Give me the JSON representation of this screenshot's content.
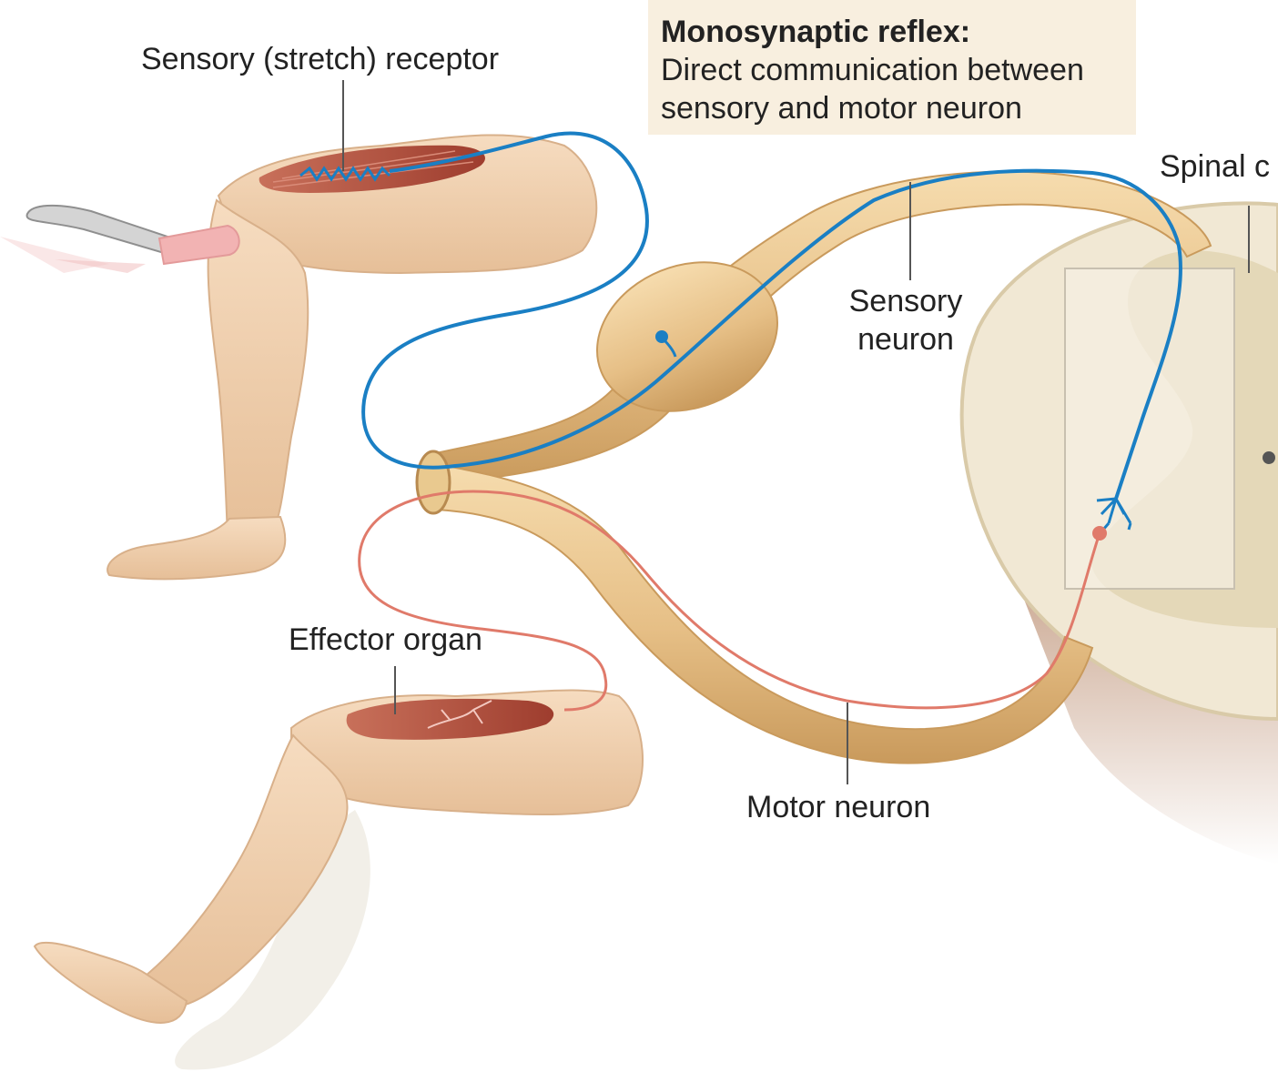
{
  "callout": {
    "title": "Monosynaptic reflex:",
    "line1": "Direct communication between",
    "line2": "sensory and motor neuron"
  },
  "labels": {
    "sensory_receptor": "Sensory (stretch) receptor",
    "sensory_neuron_1": "Sensory",
    "sensory_neuron_2": "neuron",
    "spinal_cord": "Spinal c",
    "effector_organ": "Effector organ",
    "motor_neuron": "Motor neuron"
  },
  "colors": {
    "sensory_neuron": "#1a7fc4",
    "motor_neuron": "#e07a6a",
    "nerve": "#e8c48e",
    "skin": "#f1d2b0",
    "muscle": "#b5513f",
    "spinal_cord": "#efe6d2",
    "callout_bg": "#f8efdf"
  }
}
